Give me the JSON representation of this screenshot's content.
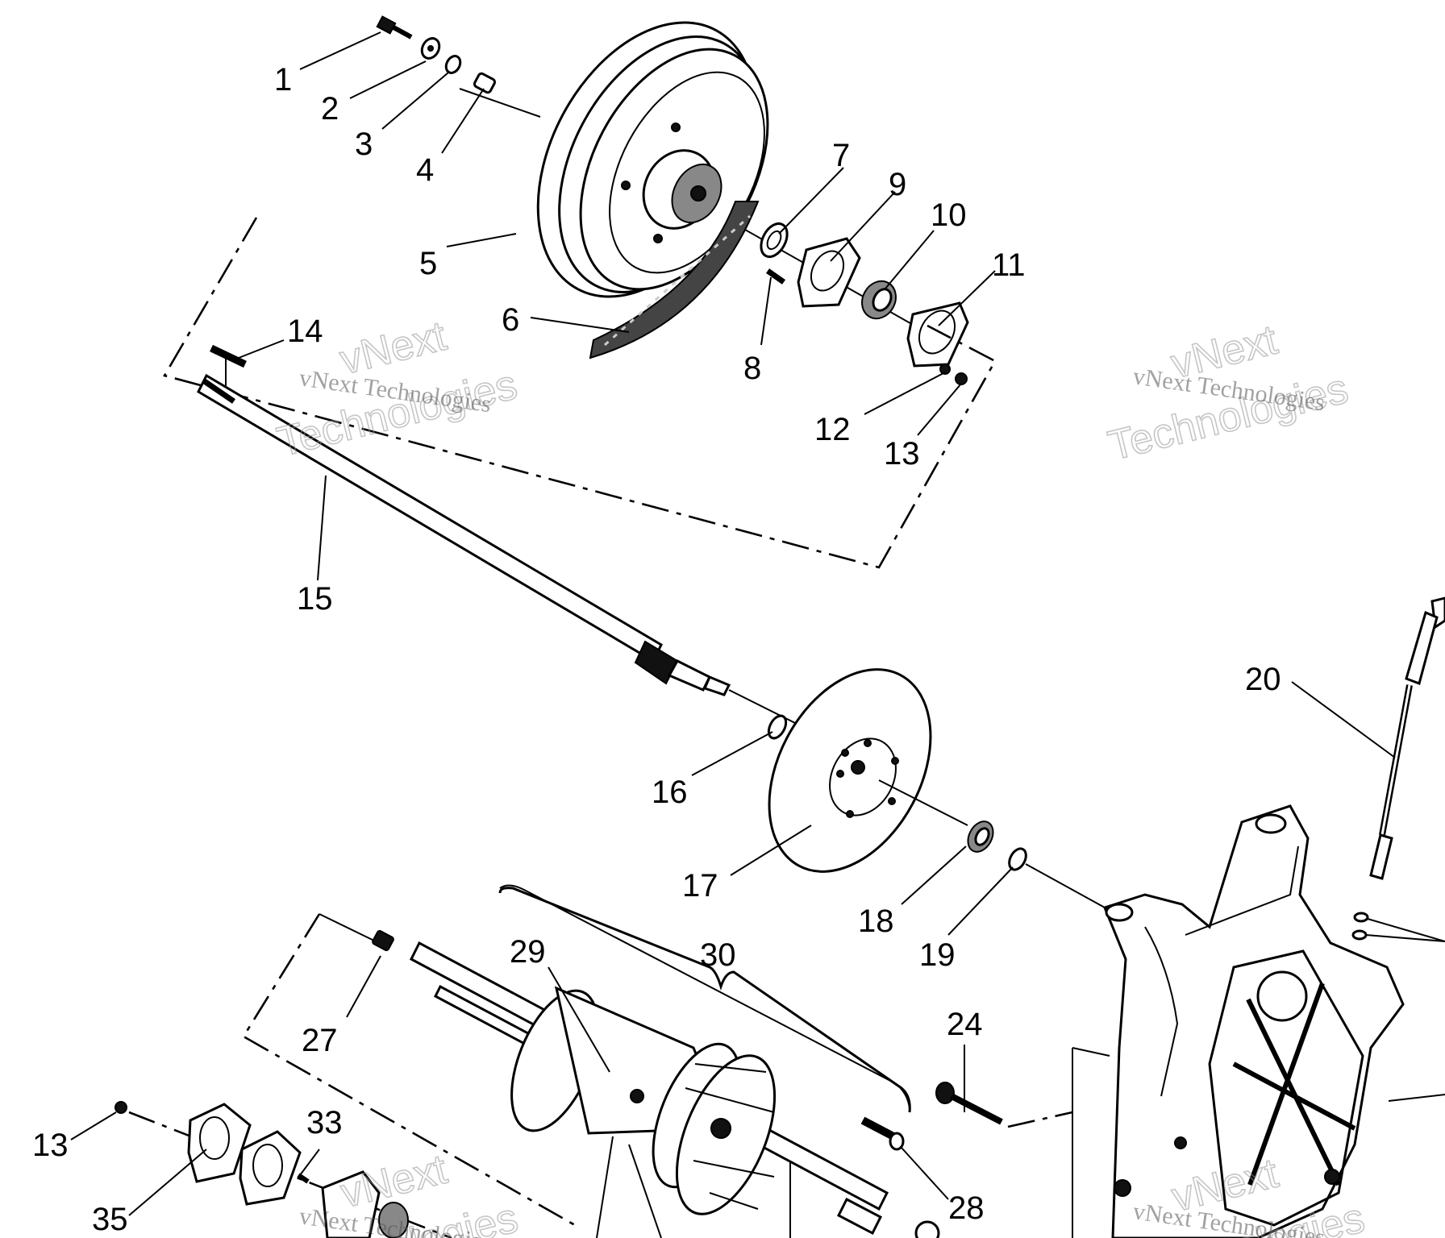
{
  "callouts": [
    {
      "id": "1",
      "text": "1"
    },
    {
      "id": "2",
      "text": "2"
    },
    {
      "id": "3",
      "text": "3"
    },
    {
      "id": "4",
      "text": "4"
    },
    {
      "id": "5",
      "text": "5"
    },
    {
      "id": "6",
      "text": "6"
    },
    {
      "id": "7",
      "text": "7"
    },
    {
      "id": "8",
      "text": "8"
    },
    {
      "id": "9",
      "text": "9"
    },
    {
      "id": "10",
      "text": "10"
    },
    {
      "id": "11",
      "text": "11"
    },
    {
      "id": "12",
      "text": "12"
    },
    {
      "id": "13a",
      "text": "13"
    },
    {
      "id": "14",
      "text": "14"
    },
    {
      "id": "15",
      "text": "15"
    },
    {
      "id": "16",
      "text": "16"
    },
    {
      "id": "17",
      "text": "17"
    },
    {
      "id": "18",
      "text": "18"
    },
    {
      "id": "19",
      "text": "19"
    },
    {
      "id": "20",
      "text": "20"
    },
    {
      "id": "24",
      "text": "24"
    },
    {
      "id": "27",
      "text": "27"
    },
    {
      "id": "28",
      "text": "28"
    },
    {
      "id": "29",
      "text": "29"
    },
    {
      "id": "30",
      "text": "30"
    },
    {
      "id": "13b",
      "text": "13"
    },
    {
      "id": "33",
      "text": "33"
    },
    {
      "id": "35",
      "text": "35"
    }
  ],
  "watermarks": {
    "line1": "vNext",
    "line2": "Technologies",
    "small": "vNext Technologies"
  }
}
